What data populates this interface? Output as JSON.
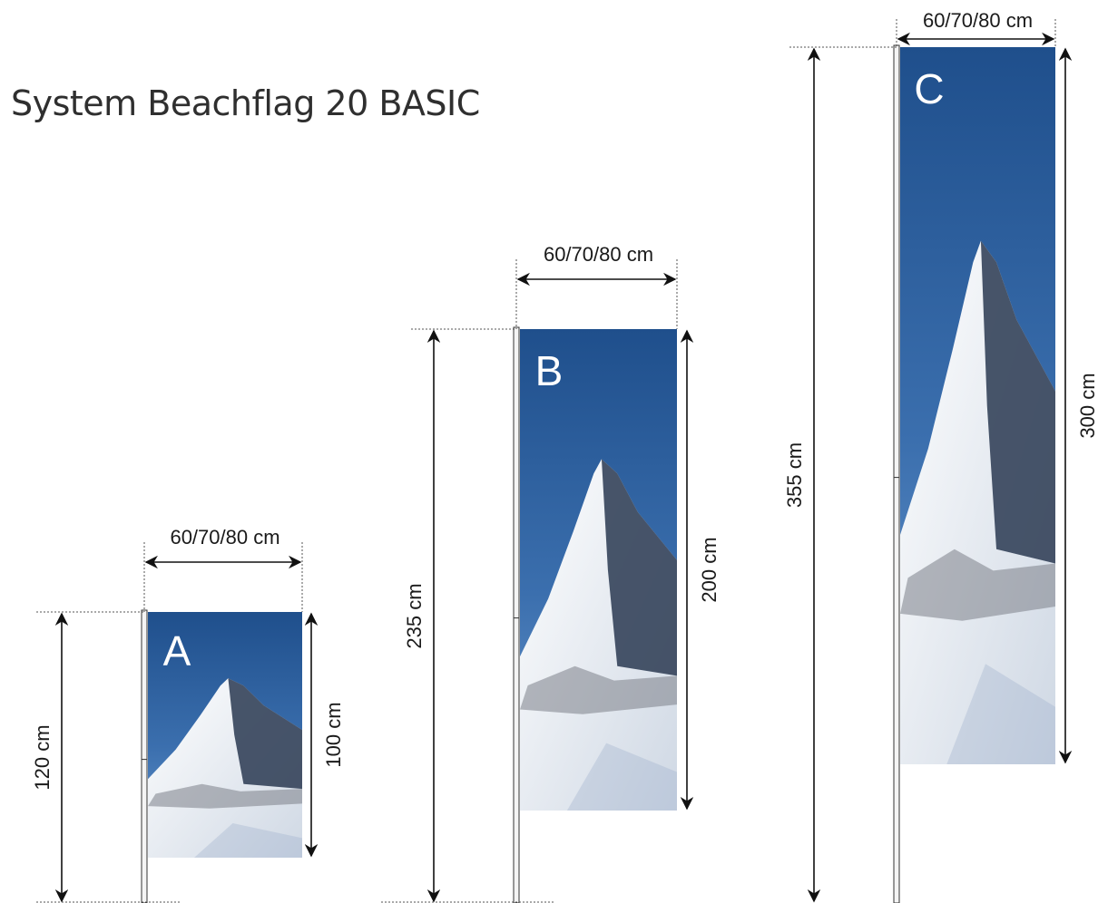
{
  "title": "System Beachflag 20 BASIC",
  "colors": {
    "sky_top": "#1f4f8c",
    "sky_bottom": "#5a8cc4",
    "snow": "#eef2f6",
    "rock_dark": "#3c4a60",
    "rock_mid": "#6d7688"
  },
  "flags": [
    {
      "label": "A",
      "width_label": "60/70/80 cm",
      "flag_height_label": "100 cm",
      "total_height_label": "120 cm"
    },
    {
      "label": "B",
      "width_label": "60/70/80 cm",
      "flag_height_label": "200 cm",
      "total_height_label": "235 cm"
    },
    {
      "label": "C",
      "width_label": "60/70/80 cm",
      "flag_height_label": "300 cm",
      "total_height_label": "355 cm"
    }
  ]
}
